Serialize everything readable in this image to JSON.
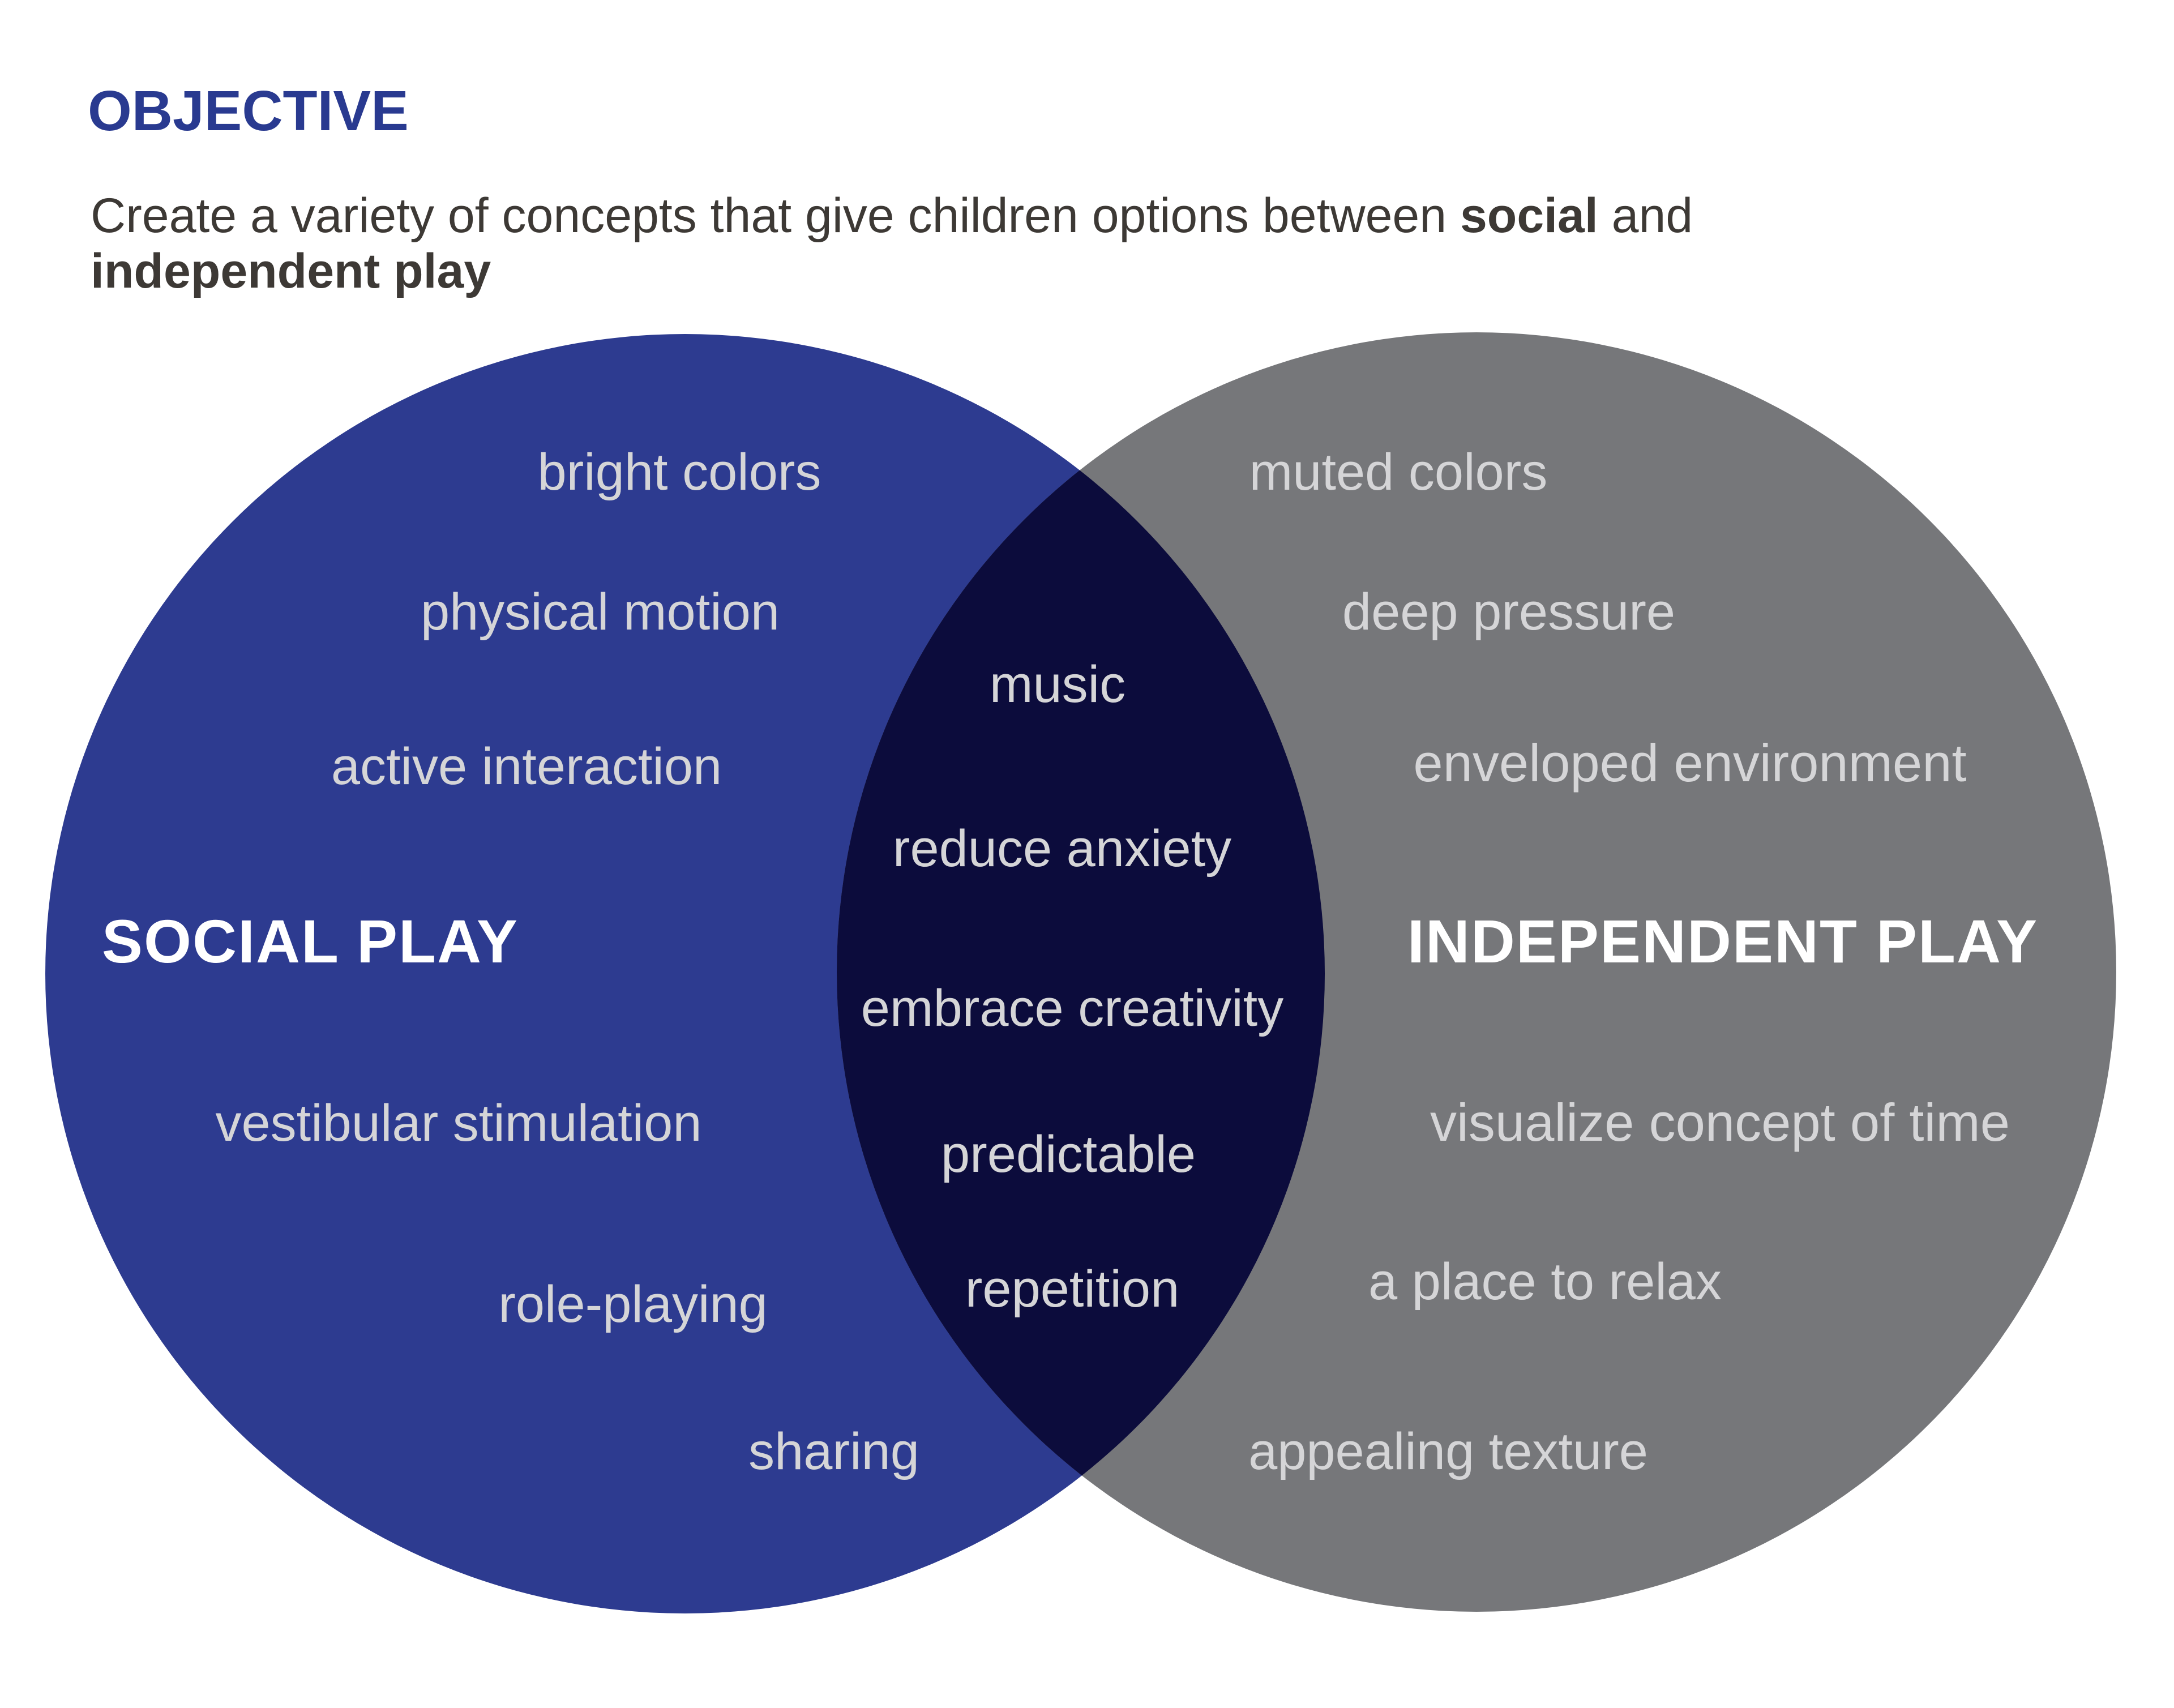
{
  "header": {
    "title": "OBJECTIVE",
    "title_color": "#293a90",
    "subtitle_color": "#3d3935",
    "subtitle": {
      "prefix": "Create a variety of concepts that give children options between ",
      "bold1": "social",
      "mid": " and ",
      "line2_bold": "independent play"
    }
  },
  "venn": {
    "colors": {
      "left_circle": "#2d3b90",
      "right_circle": "#76777a",
      "intersection": "#0c0c3c",
      "item_text": "#d5d5d7",
      "title_text": "#ffffff"
    },
    "left": {
      "title": "SOCIAL PLAY",
      "items": [
        "bright colors",
        "physical motion",
        "active interaction",
        "vestibular stimulation",
        "role-playing",
        "sharing"
      ]
    },
    "right": {
      "title": "INDEPENDENT PLAY",
      "items": [
        "muted colors",
        "deep pressure",
        "enveloped environment",
        "visualize concept of time",
        "a place to relax",
        "appealing texture"
      ]
    },
    "intersection": {
      "items": [
        "music",
        "reduce anxiety",
        "embrace creativity",
        "predictable",
        "repetition"
      ]
    }
  }
}
